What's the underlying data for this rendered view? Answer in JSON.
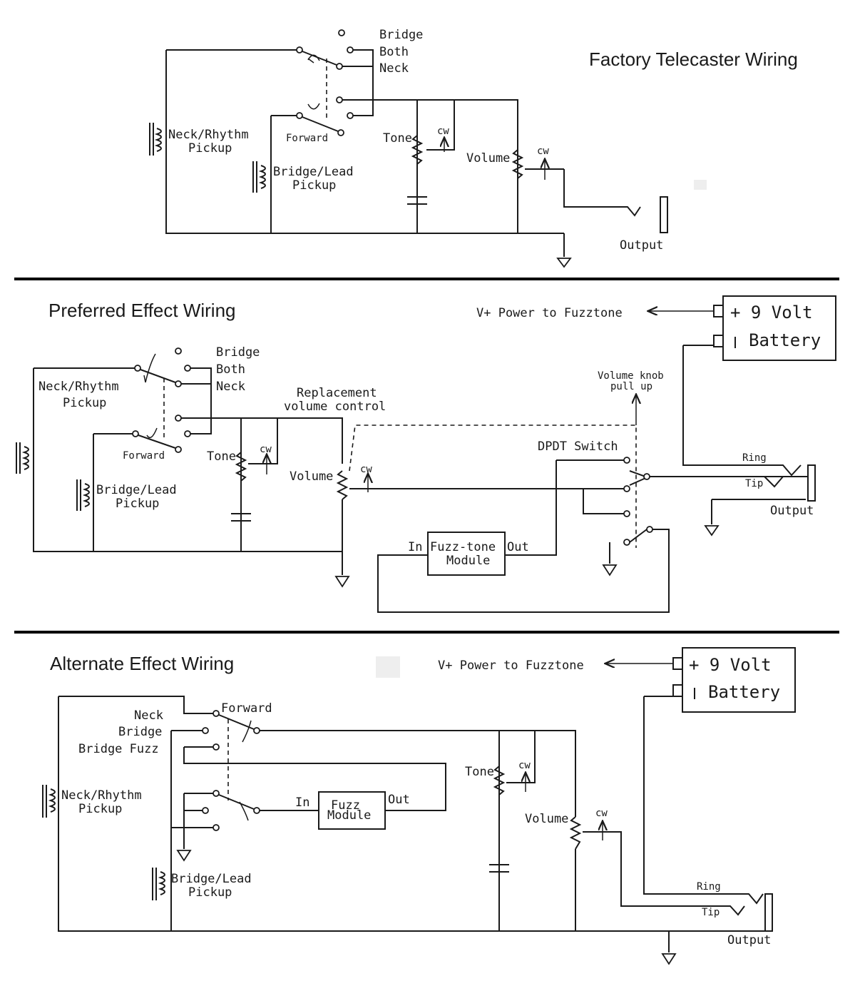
{
  "diagrams": {
    "factory": {
      "title": "Factory Telecaster Wiring",
      "switch_positions": [
        "Bridge",
        "Both",
        "Neck"
      ],
      "switch_direction": "Forward",
      "neck_pickup": [
        "Neck/Rhythm",
        "Pickup"
      ],
      "bridge_pickup": [
        "Bridge/Lead",
        "Pickup"
      ],
      "tone": "Tone",
      "volume": "Volume",
      "cw": "cw",
      "output": "Output"
    },
    "preferred": {
      "title": "Preferred Effect Wiring",
      "power": "V+ Power to Fuzztone",
      "battery": [
        "+ 9 Volt",
        "Battery"
      ],
      "switch_positions": [
        "Bridge",
        "Both",
        "Neck"
      ],
      "switch_direction": "Forward",
      "neck_pickup": [
        "Neck/Rhythm",
        "Pickup"
      ],
      "bridge_pickup": [
        "Bridge/Lead",
        "Pickup"
      ],
      "replacement": [
        "Replacement",
        "volume control"
      ],
      "pull_up": [
        "Volume knob",
        "pull up"
      ],
      "dpdt": "DPDT Switch",
      "tone": "Tone",
      "volume": "Volume",
      "cw": "cw",
      "module": [
        "Fuzz-tone",
        "Module"
      ],
      "in": "In",
      "out": "Out",
      "ring": "Ring",
      "tip": "Tip",
      "output": "Output"
    },
    "alternate": {
      "title": "Alternate Effect Wiring",
      "power": "V+ Power to Fuzztone",
      "battery": [
        "+ 9 Volt",
        "Battery"
      ],
      "switch_positions": [
        "Neck",
        "Bridge",
        "Bridge Fuzz"
      ],
      "switch_direction": "Forward",
      "neck_pickup": [
        "Neck/Rhythm",
        "Pickup"
      ],
      "bridge_pickup": [
        "Bridge/Lead",
        "Pickup"
      ],
      "module": [
        "Fuzz",
        "Module"
      ],
      "in": "In",
      "out": "Out",
      "tone": "Tone",
      "volume": "Volume",
      "cw": "cw",
      "ring": "Ring",
      "tip": "Tip",
      "output": "Output"
    }
  }
}
